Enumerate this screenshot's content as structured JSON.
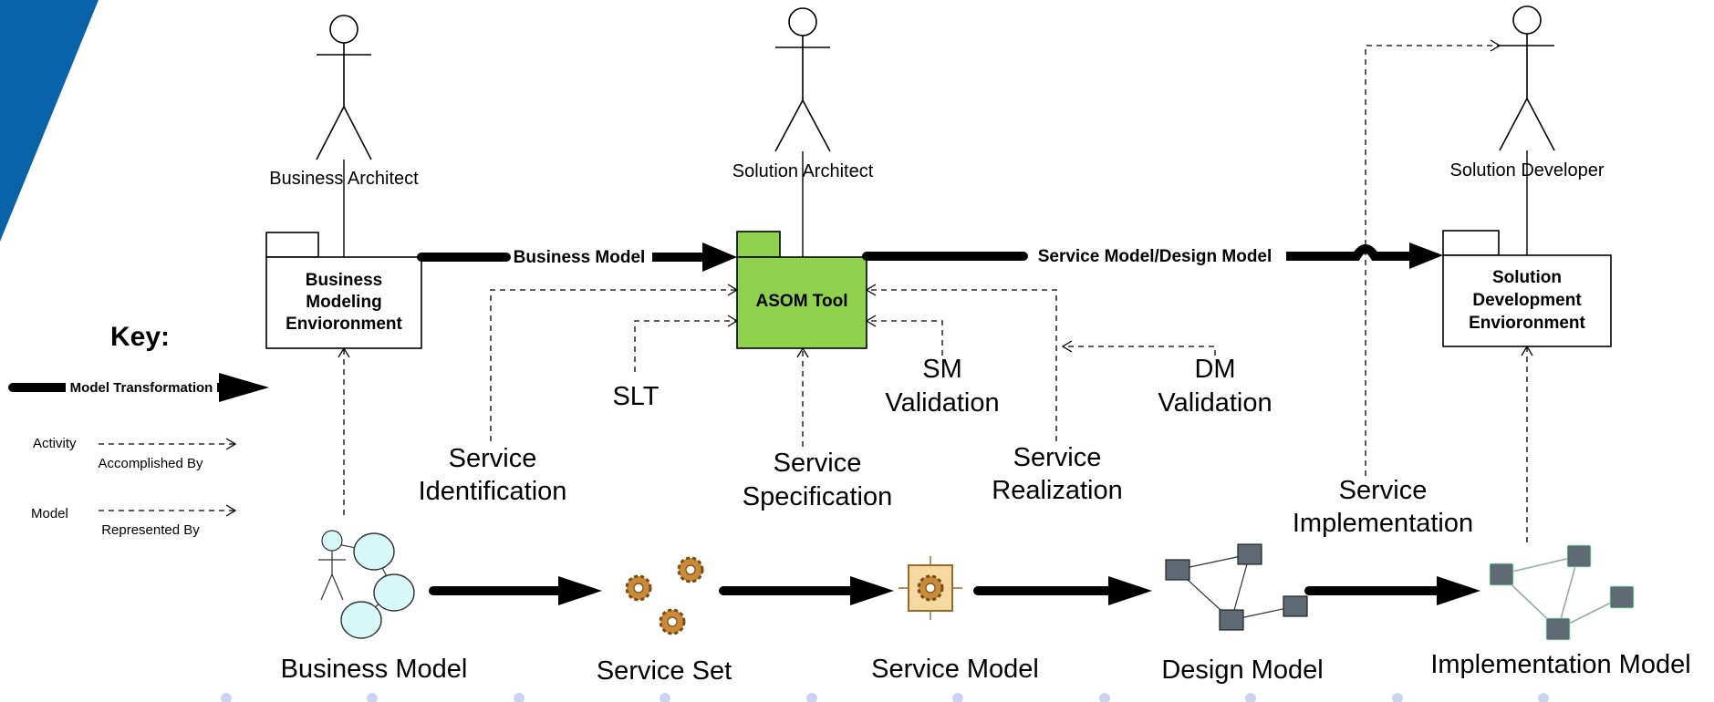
{
  "colors": {
    "accent_band": "#0a63a8",
    "asom_fill": "#8ed24e",
    "page_dot": "#c9d5f0",
    "cloud_fill": "#d8f8f8",
    "gear_fill": "#c98a3a",
    "server_fill": "#5e6b74"
  },
  "actors": {
    "business_architect": "Business Architect",
    "solution_architect": "Solution Architect",
    "solution_developer": "Solution Developer"
  },
  "boxes": {
    "business_env": [
      "Business",
      "Modeling",
      "Envioronment"
    ],
    "asom": "ASOM Tool",
    "solution_env": [
      "Solution",
      "Development",
      "Envioronment"
    ]
  },
  "flows": {
    "business_model": "Business Model",
    "service_design_model": "Service Model/Design Model"
  },
  "activities": {
    "slt": "SLT",
    "sm_validation": [
      "SM",
      "Validation"
    ],
    "dm_validation": [
      "DM",
      "Validation"
    ],
    "service_identification": [
      "Service",
      "Identification"
    ],
    "service_specification": [
      "Service",
      "Specification"
    ],
    "service_realization": [
      "Service",
      "Realization"
    ],
    "service_implementation": [
      "Service",
      "Implementation"
    ]
  },
  "key": {
    "title": "Key:",
    "model_transformation": "Model Transformation",
    "activity": "Activity",
    "accomplished_by": "Accomplished By",
    "model": "Model",
    "represented_by": "Represented By"
  },
  "models": {
    "business_model": "Business Model",
    "service_set": "Service Set",
    "service_model": "Service Model",
    "design_model": "Design Model",
    "implementation_model": "Implementation Model"
  },
  "icons": [
    "business-model-icon",
    "service-set-icon",
    "service-model-icon",
    "design-model-icon",
    "implementation-model-icon"
  ]
}
